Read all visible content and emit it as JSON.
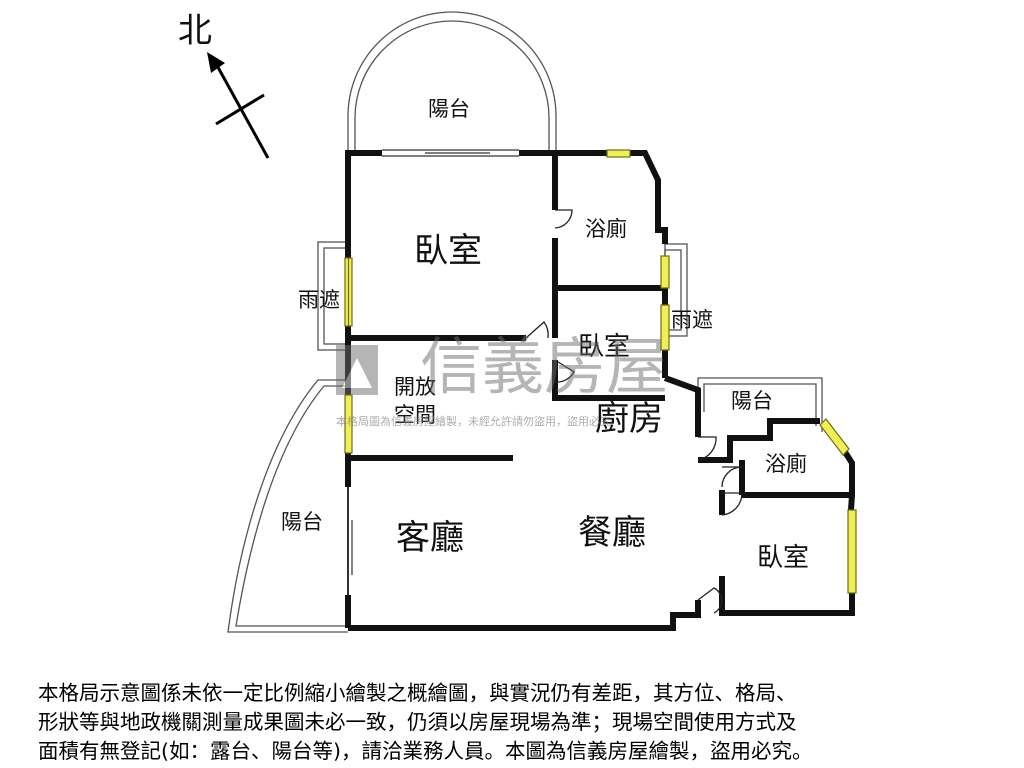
{
  "compass": {
    "label": "北"
  },
  "rooms": {
    "balcony_top": "陽台",
    "bedroom_master": "臥室",
    "bath_top": "浴廁",
    "canopy_left": "雨遮",
    "canopy_right": "雨遮",
    "bedroom_small": "臥室",
    "open_space_line1": "開放",
    "open_space_line2": "空間",
    "kitchen": "廚房",
    "balcony_right": "陽台",
    "bath_right": "浴廁",
    "balcony_left": "陽台",
    "living_room": "客廳",
    "dining_room": "餐廳",
    "bedroom_right": "臥室"
  },
  "watermark": {
    "brand": "信義房屋",
    "notice": "本格局圖為信義房屋繪製，未經允許請勿盜用，盜用必究"
  },
  "disclaimer": {
    "line1": "本格局示意圖係未依一定比例縮小繪製之概繪圖，與實況仍有差距，其方位、格局、",
    "line2": "形狀等與地政機關測量成果圖未必一致，仍須以房屋現場為準；現場空間使用方式及",
    "line3": "面積有無登記(如：露台、陽台等)，請洽業務人員。本圖為信義房屋繪製，盜用必究。"
  },
  "colors": {
    "wall": "#111111",
    "window": "#f0ef55",
    "window_stroke": "#7a7a10",
    "watermark": "#6d6d6d"
  }
}
